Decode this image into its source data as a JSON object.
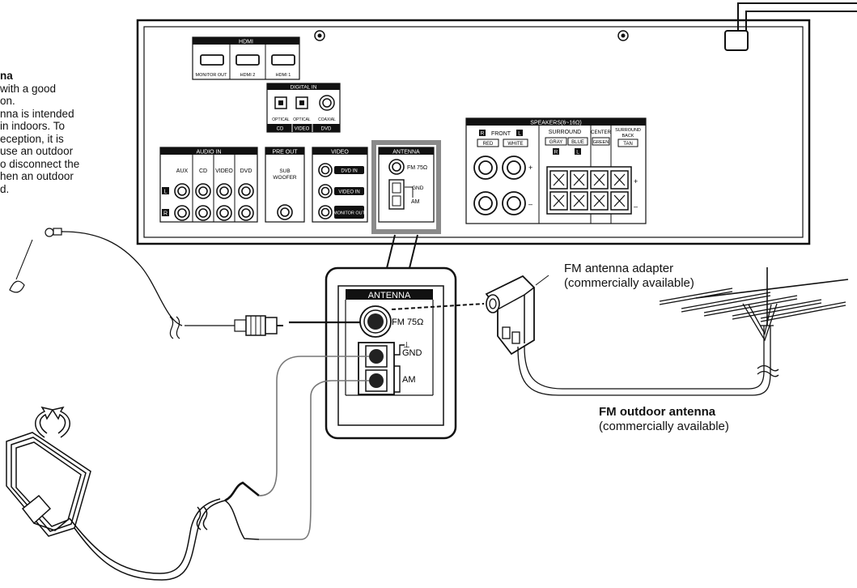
{
  "side_note": {
    "title": "na",
    "lines": [
      "with a good",
      "on.",
      "nna is intended",
      "in indoors. To",
      "eception, it is",
      "use an outdoor",
      "o disconnect the",
      "hen an outdoor",
      "d."
    ]
  },
  "rear_panel": {
    "hdmi": {
      "header": "HDMI",
      "ports": [
        "MONITOR OUT",
        "HDMI 2",
        "HDMI 1"
      ]
    },
    "digital_in": {
      "header": "DIGITAL IN",
      "jacks": [
        "OPTICAL",
        "OPTICAL",
        "COAXIAL"
      ],
      "sources": [
        "CD",
        "VIDEO",
        "DVD"
      ]
    },
    "audio_in": {
      "header": "AUDIO IN",
      "columns": [
        "AUX",
        "CD",
        "VIDEO",
        "DVD"
      ],
      "left_mark": "L",
      "right_mark": "R"
    },
    "pre_out": {
      "header": "PRE OUT",
      "label_line1": "SUB",
      "label_line2": "WOOFER"
    },
    "video": {
      "header": "VIDEO",
      "jacks": [
        "DVD IN",
        "VIDEO IN",
        "MONITOR OUT"
      ]
    },
    "antenna_small": {
      "header": "ANTENNA",
      "fm": "FM 75Ω",
      "gnd": "GND",
      "am": "AM"
    },
    "speakers": {
      "header": "SPEAKERS(6~16Ω)",
      "front": "FRONT",
      "front_r": "R",
      "front_l": "L",
      "front_colors": [
        "RED",
        "WHITE"
      ],
      "surround": "SURROUND",
      "surround_colors": [
        "GRAY",
        "BLUE"
      ],
      "surround_r": "R",
      "surround_l": "L",
      "center": "CENTER",
      "center_color": "GREEN",
      "surround_back": [
        "SURROUND",
        "BACK"
      ],
      "surround_back_color": "TAN",
      "plus": "+",
      "minus": "–"
    }
  },
  "antenna_zoom": {
    "header": "ANTENNA",
    "fm": "FM 75Ω",
    "gnd": "GND",
    "am": "AM"
  },
  "callouts": {
    "adapter_line1": "FM antenna adapter",
    "adapter_line2": "(commercially available)",
    "outdoor_bold": "FM outdoor antenna",
    "outdoor_sub": "(commercially available)"
  }
}
